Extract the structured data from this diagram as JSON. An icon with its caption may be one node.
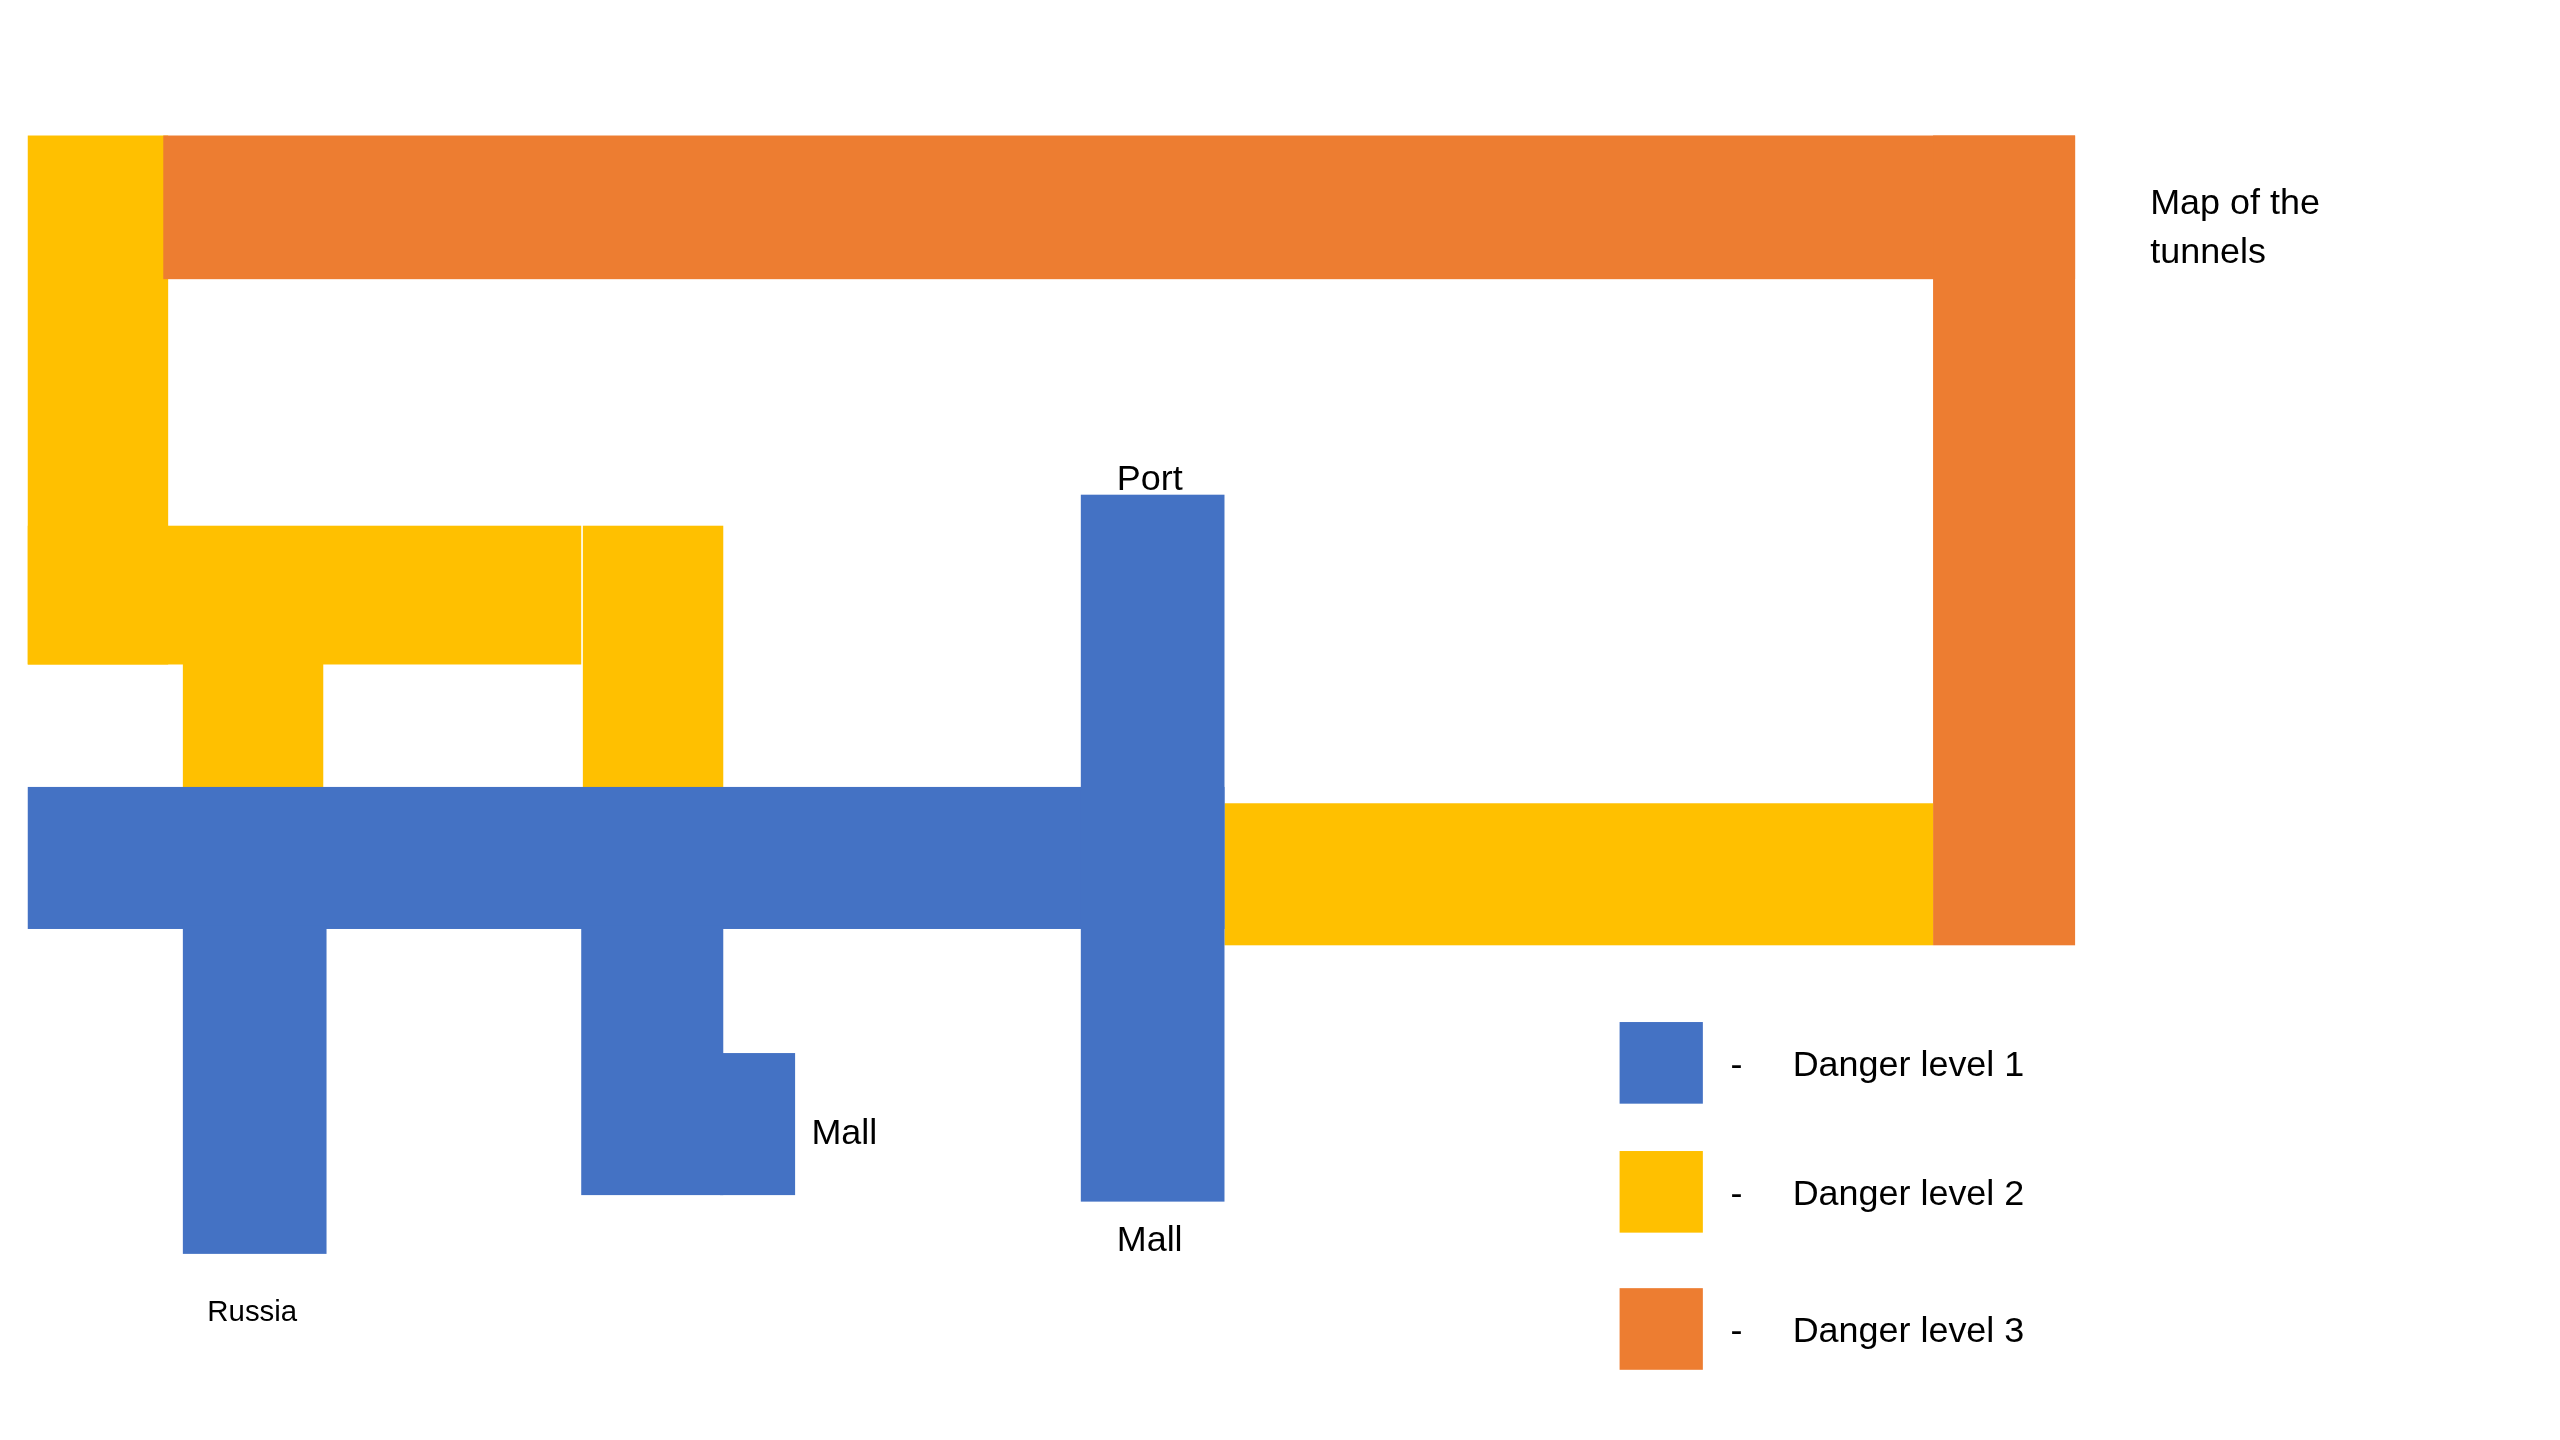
{
  "diagram": {
    "title": "Map of the tunnels",
    "labels": [
      "Port",
      "Mall",
      "Mall",
      "Russia",
      "-",
      "-",
      "-"
    ],
    "legend": [
      {
        "text": "Danger level 1",
        "color": "#4472c4"
      },
      {
        "text": "Danger level 2",
        "color": "#ffc000"
      },
      {
        "text": "Danger level 3",
        "color": "#ed7d31"
      }
    ]
  }
}
